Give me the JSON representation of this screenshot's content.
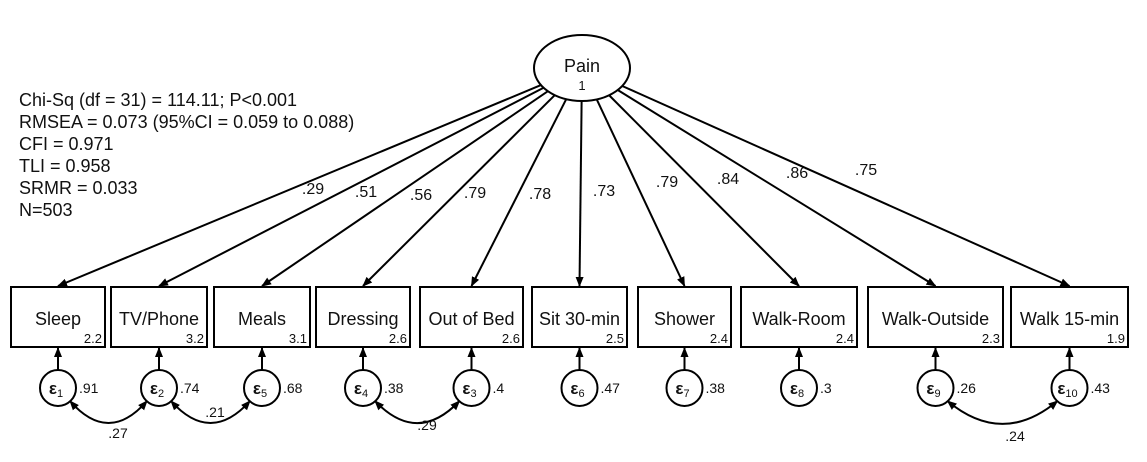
{
  "fit_stats": [
    "Chi-Sq (df = 31) = 114.11; P<0.001",
    "RMSEA = 0.073 (95%CI = 0.059 to 0.088)",
    "CFI = 0.971",
    "TLI = 0.958",
    "SRMR = 0.033",
    "N=503"
  ],
  "latent": {
    "label": "Pain",
    "variance": "1"
  },
  "indicators": [
    {
      "label": "Sleep",
      "mean": "2.2",
      "loading": ".29",
      "error": "1",
      "error_var": ".91"
    },
    {
      "label": "TV/Phone",
      "mean": "3.2",
      "loading": ".51",
      "error": "2",
      "error_var": ".74"
    },
    {
      "label": "Meals",
      "mean": "3.1",
      "loading": ".56",
      "error": "5",
      "error_var": ".68"
    },
    {
      "label": "Dressing",
      "mean": "2.6",
      "loading": ".79",
      "error": "4",
      "error_var": ".38"
    },
    {
      "label": "Out of Bed",
      "mean": "2.6",
      "loading": ".78",
      "error": "3",
      "error_var": ".4"
    },
    {
      "label": "Sit 30-min",
      "mean": "2.5",
      "loading": ".73",
      "error": "6",
      "error_var": ".47"
    },
    {
      "label": "Shower",
      "mean": "2.4",
      "loading": ".79",
      "error": "7",
      "error_var": ".38"
    },
    {
      "label": "Walk-Room",
      "mean": "2.4",
      "loading": ".84",
      "error": "8",
      "error_var": ".3"
    },
    {
      "label": "Walk-Outside",
      "mean": "2.3",
      "loading": ".86",
      "error": "9",
      "error_var": ".26"
    },
    {
      "label": "Walk 15-min",
      "mean": "1.9",
      "loading": ".75",
      "error": "10",
      "error_var": ".43"
    }
  ],
  "error_symbol": "ε",
  "covariances": [
    {
      "from": 0,
      "to": 1,
      "value": ".27"
    },
    {
      "from": 1,
      "to": 2,
      "value": ".21"
    },
    {
      "from": 3,
      "to": 4,
      "value": ".29"
    },
    {
      "from": 8,
      "to": 9,
      "value": ".24"
    }
  ]
}
